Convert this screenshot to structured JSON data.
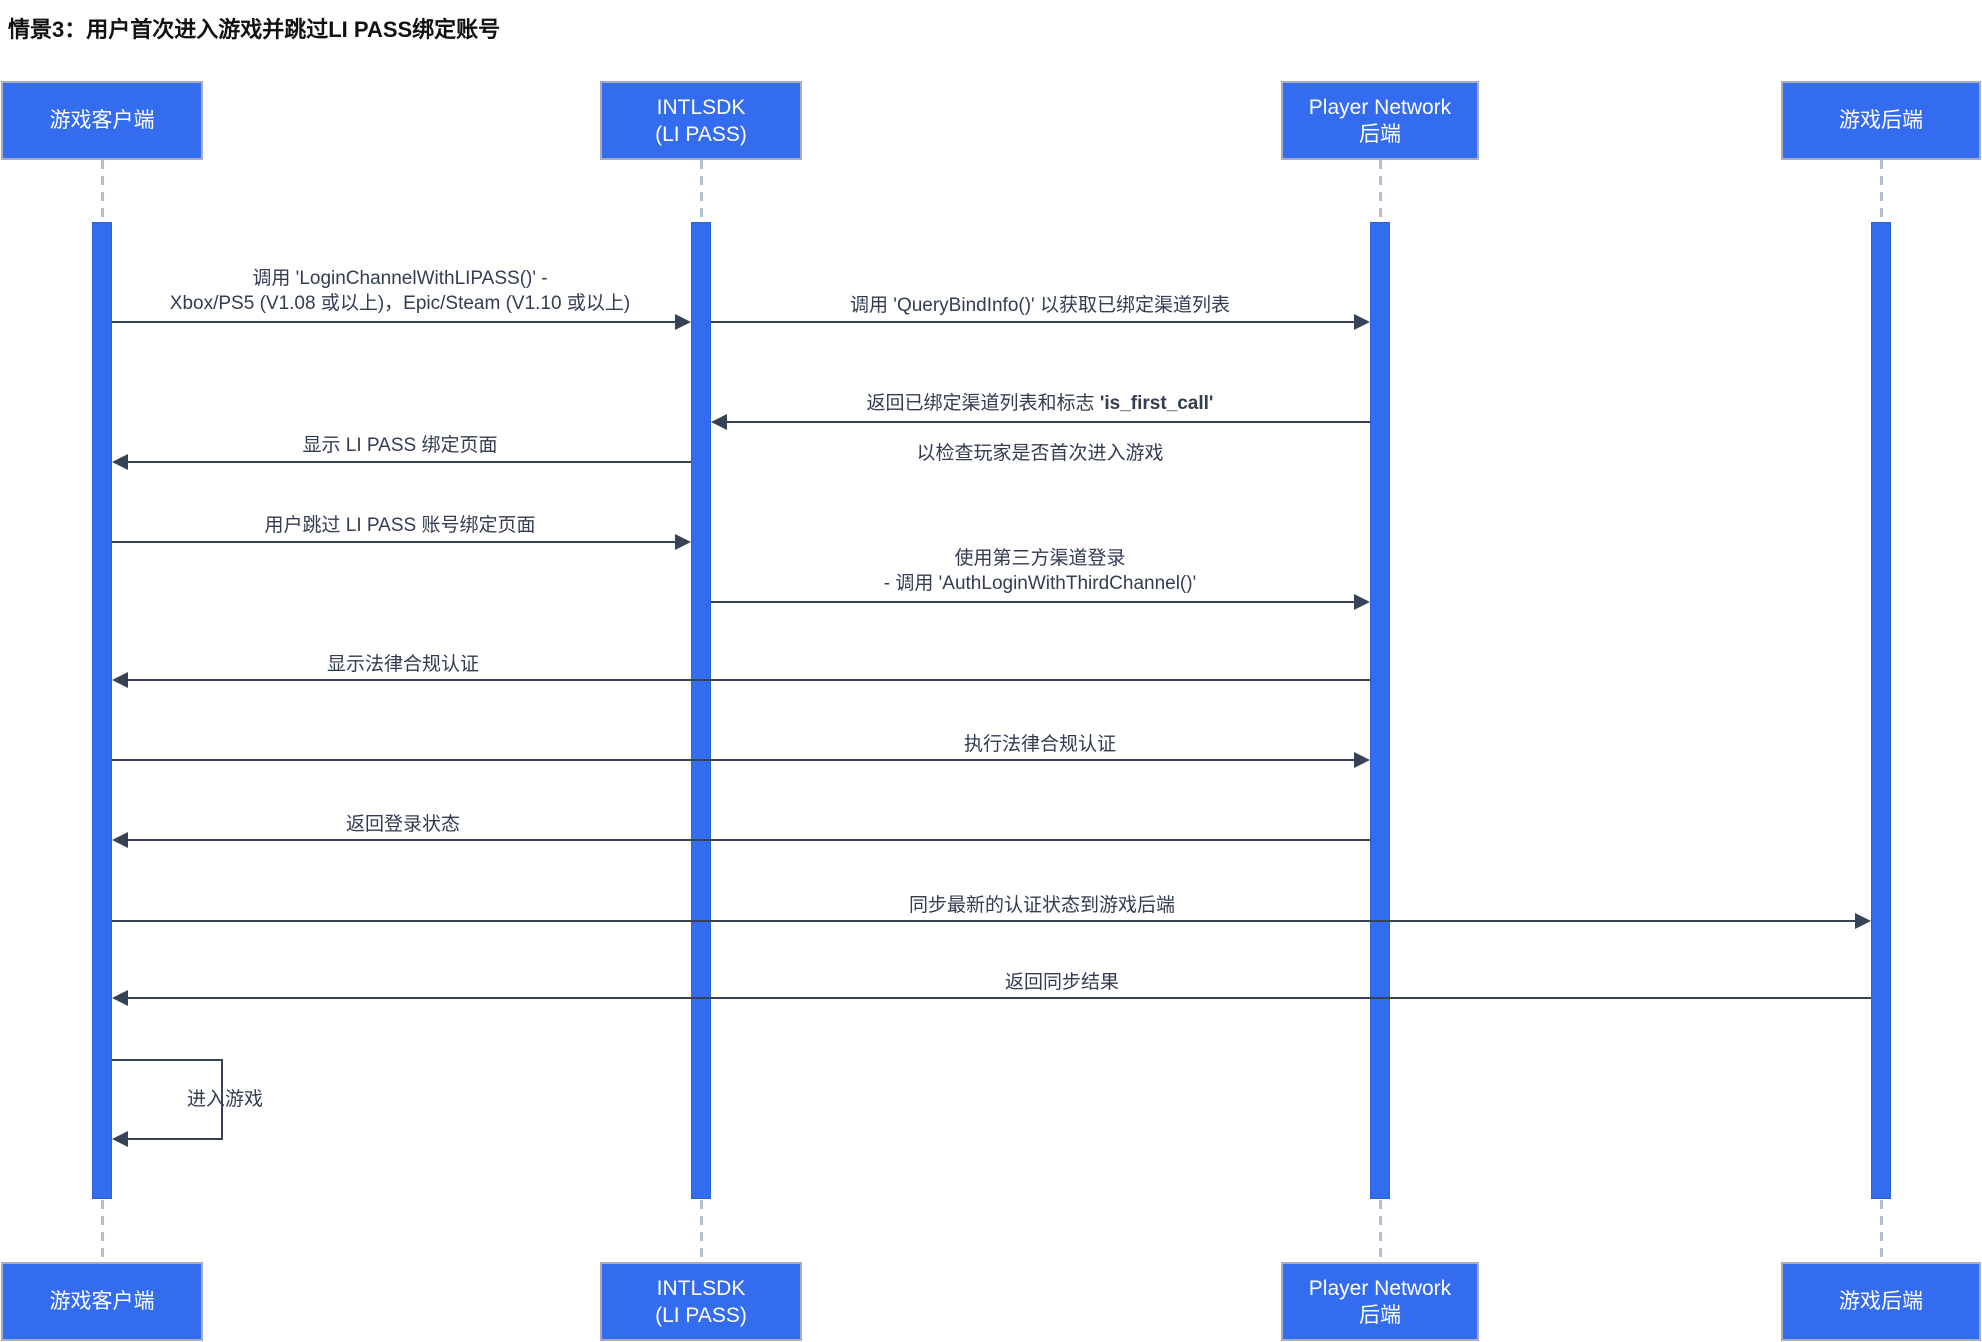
{
  "diagram_type": "sequence-diagram",
  "title": "情景3：用户首次进入游戏并跳过LI PASS绑定账号",
  "colors": {
    "actor_fill": "#346CF0",
    "actor_text": "#ffffff",
    "actor_border": "#a8adb8",
    "activation_bar": "#346CF0",
    "lifeline_dash": "#b6bfcf",
    "arrow_line": "#384257",
    "message_text": "#333c51",
    "background": "#ffffff"
  },
  "participants": [
    {
      "id": "game-client",
      "label": "游戏客户端"
    },
    {
      "id": "intlsdk",
      "label": "INTLSDK\n(LI PASS)"
    },
    {
      "id": "player-network",
      "label": "Player Network\n后端"
    },
    {
      "id": "game-backend",
      "label": "游戏后端"
    }
  ],
  "messages": [
    {
      "from": "游戏客户端",
      "to": "INTLSDK (LI PASS)",
      "direction": "right",
      "text": "调用 'LoginChannelWithLIPASS()' -\nXbox/PS5 (V1.08 或以上)，Epic/Steam (V1.10 或以上)"
    },
    {
      "from": "INTLSDK (LI PASS)",
      "to": "Player Network 后端",
      "direction": "right",
      "text": "调用 'QueryBindInfo()' 以获取已绑定渠道列表"
    },
    {
      "from": "Player Network 后端",
      "to": "INTLSDK (LI PASS)",
      "direction": "left",
      "text_pre": "返回已绑定渠道列表和标志 ",
      "text_bold": "'is_first_call'",
      "text_line2": "以检查玩家是否首次进入游戏"
    },
    {
      "from": "INTLSDK (LI PASS)",
      "to": "游戏客户端",
      "direction": "left",
      "text": "显示 LI PASS 绑定页面"
    },
    {
      "from": "游戏客户端",
      "to": "INTLSDK (LI PASS)",
      "direction": "right",
      "text": "用户跳过 LI PASS 账号绑定页面"
    },
    {
      "from": "INTLSDK (LI PASS)",
      "to": "Player Network 后端",
      "direction": "right",
      "text": "使用第三方渠道登录\n- 调用 'AuthLoginWithThirdChannel()'"
    },
    {
      "from": "Player Network 后端",
      "to": "游戏客户端",
      "direction": "left",
      "text": "显示法律合规认证"
    },
    {
      "from": "游戏客户端",
      "to": "Player Network 后端",
      "direction": "right",
      "text": "执行法律合规认证"
    },
    {
      "from": "Player Network 后端",
      "to": "游戏客户端",
      "direction": "left",
      "text": "返回登录状态"
    },
    {
      "from": "游戏客户端",
      "to": "游戏后端",
      "direction": "right",
      "text": "同步最新的认证状态到游戏后端"
    },
    {
      "from": "游戏后端",
      "to": "游戏客户端",
      "direction": "left",
      "text": "返回同步结果"
    },
    {
      "from": "游戏客户端",
      "to": "游戏客户端",
      "direction": "self",
      "text": "进入游戏"
    }
  ]
}
